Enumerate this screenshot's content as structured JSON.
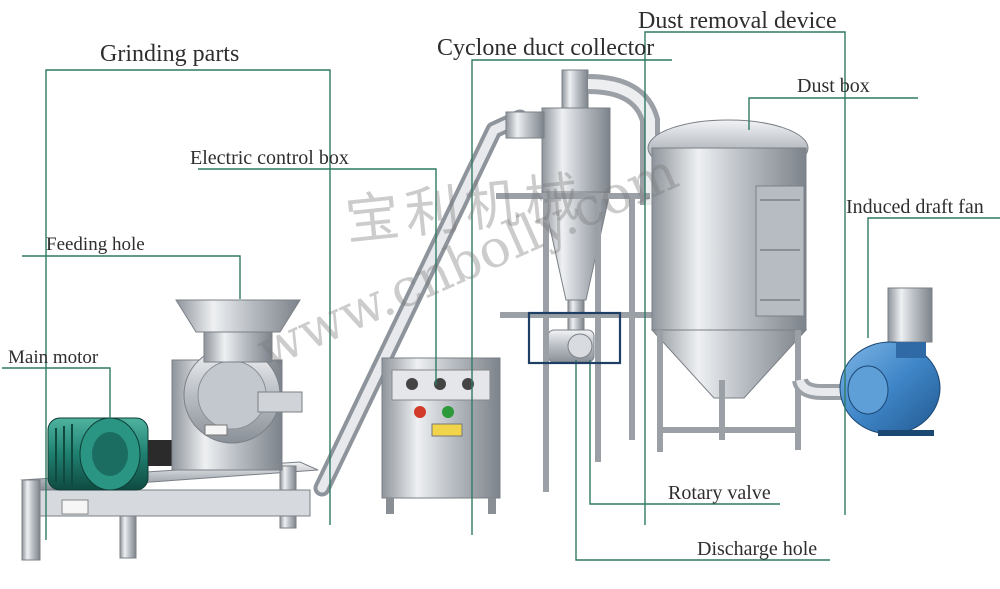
{
  "labels": {
    "grinding_parts": "Grinding parts",
    "cyclone_duct_collector": "Cyclone duct collector",
    "dust_removal_device": "Dust removal device",
    "dust_box": "Dust box",
    "electric_control_box": "Electric control box",
    "induced_draft_fan": "Induced draft fan",
    "feeding_hole": "Feeding hole",
    "main_motor": "Main motor",
    "rotary_valve": "Rotary valve",
    "discharge_hole": "Discharge hole"
  },
  "watermark": {
    "chinese": "宝利机械",
    "url": "www.cnbolly.com"
  },
  "colors": {
    "leader_line": "#2f7a62",
    "label_text": "#2e2e2e",
    "highlight_box": "#1f3e63",
    "fan_blue": "#3f86c8",
    "motor_teal": "#1f8070",
    "steel": "#c9ccd0"
  }
}
